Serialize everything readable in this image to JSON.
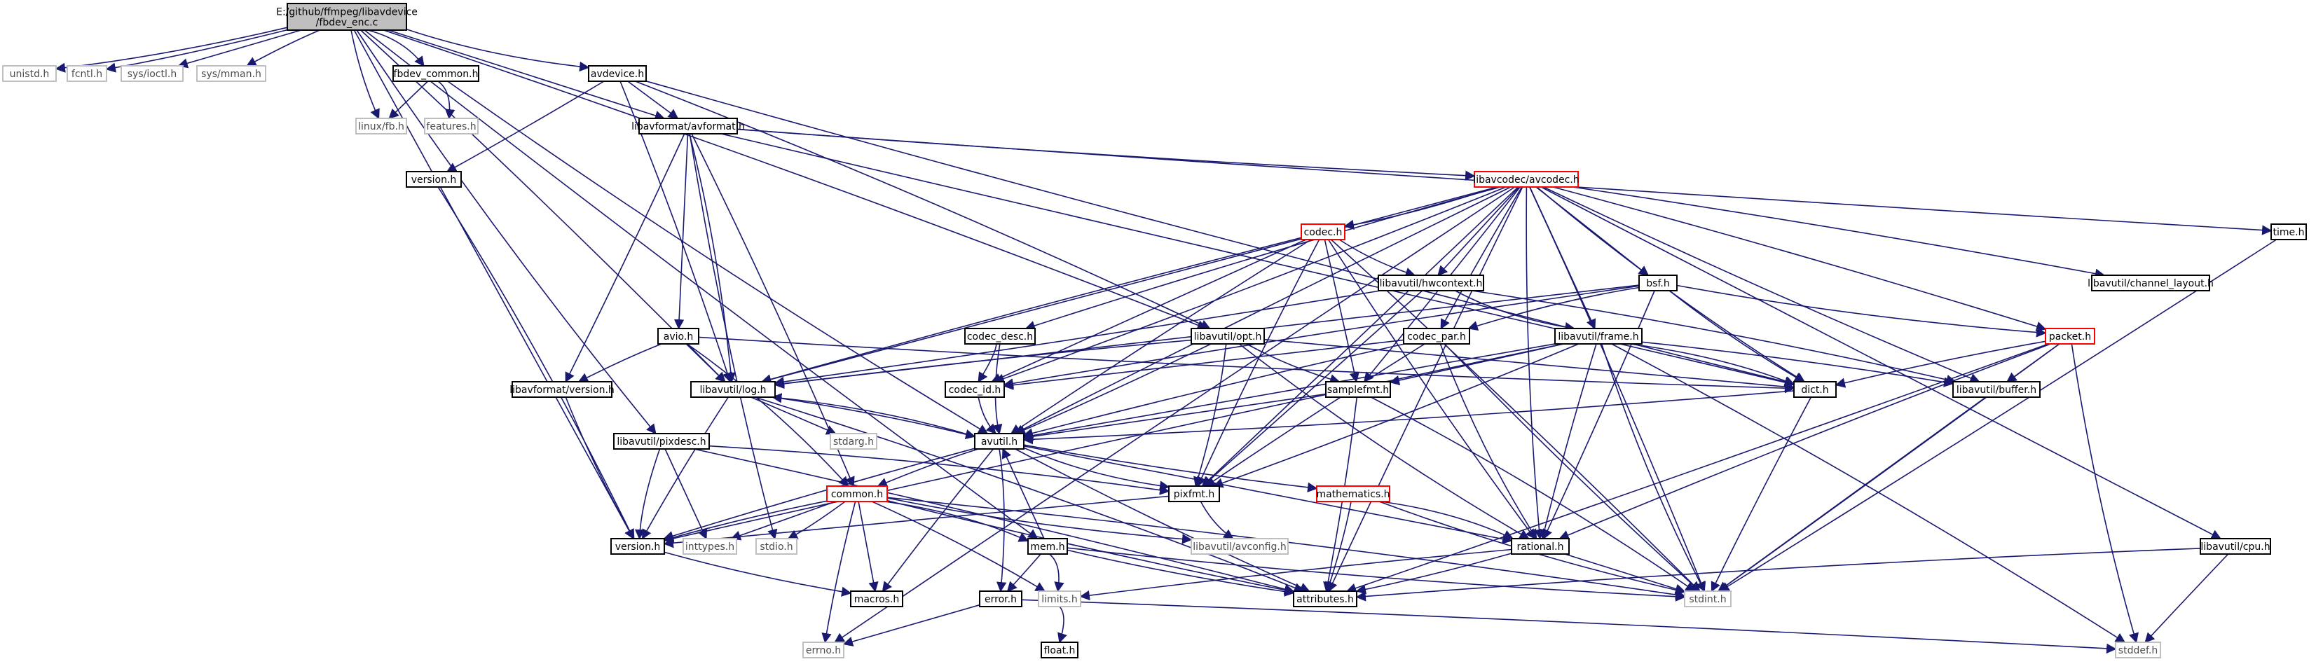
{
  "graph": {
    "colors": {
      "edge": "#191970",
      "node_border": "#000000",
      "missing_border": "#bfbfbf",
      "missing_text": "#4d4d4d",
      "truncated_border": "#ff0000",
      "root_fill": "#bfbfbf"
    },
    "nodes": [
      {
        "id": "root",
        "lines": [
          "E:/github/ffmpeg/libavdevice",
          "/fbdev_enc.c"
        ],
        "style": "root"
      },
      {
        "id": "unistd",
        "lines": [
          "unistd.h"
        ],
        "style": "missing"
      },
      {
        "id": "fcntl",
        "lines": [
          "fcntl.h"
        ],
        "style": "missing"
      },
      {
        "id": "sysioctl",
        "lines": [
          "sys/ioctl.h"
        ],
        "style": "missing"
      },
      {
        "id": "sysmman",
        "lines": [
          "sys/mman.h"
        ],
        "style": "missing"
      },
      {
        "id": "fbdev_common",
        "lines": [
          "fbdev_common.h"
        ],
        "style": "normal"
      },
      {
        "id": "avdevice",
        "lines": [
          "avdevice.h"
        ],
        "style": "normal"
      },
      {
        "id": "linuxfb",
        "lines": [
          "linux/fb.h"
        ],
        "style": "missing"
      },
      {
        "id": "features",
        "lines": [
          "features.h"
        ],
        "style": "missing"
      },
      {
        "id": "avformat",
        "lines": [
          "libavformat/avformat.h"
        ],
        "style": "normal"
      },
      {
        "id": "versionh1",
        "lines": [
          "version.h"
        ],
        "style": "normal"
      },
      {
        "id": "avcodec",
        "lines": [
          "libavcodec/avcodec.h"
        ],
        "style": "truncated"
      },
      {
        "id": "timeh",
        "lines": [
          "time.h"
        ],
        "style": "normal"
      },
      {
        "id": "codech",
        "lines": [
          "codec.h"
        ],
        "style": "truncated"
      },
      {
        "id": "hwcontext",
        "lines": [
          "libavutil/hwcontext.h"
        ],
        "style": "normal"
      },
      {
        "id": "bsf",
        "lines": [
          "bsf.h"
        ],
        "style": "normal"
      },
      {
        "id": "channel_layout",
        "lines": [
          "libavutil/channel_layout.h"
        ],
        "style": "normal"
      },
      {
        "id": "codec_desc",
        "lines": [
          "codec_desc.h"
        ],
        "style": "normal"
      },
      {
        "id": "opt",
        "lines": [
          "libavutil/opt.h"
        ],
        "style": "normal"
      },
      {
        "id": "codec_par",
        "lines": [
          "codec_par.h"
        ],
        "style": "normal"
      },
      {
        "id": "frame",
        "lines": [
          "libavutil/frame.h"
        ],
        "style": "normal"
      },
      {
        "id": "packet",
        "lines": [
          "packet.h"
        ],
        "style": "truncated"
      },
      {
        "id": "avio",
        "lines": [
          "avio.h"
        ],
        "style": "normal"
      },
      {
        "id": "lavf_version",
        "lines": [
          "libavformat/version.h"
        ],
        "style": "normal"
      },
      {
        "id": "log",
        "lines": [
          "libavutil/log.h"
        ],
        "style": "normal"
      },
      {
        "id": "codec_id",
        "lines": [
          "codec_id.h"
        ],
        "style": "normal"
      },
      {
        "id": "samplefmt",
        "lines": [
          "samplefmt.h"
        ],
        "style": "normal"
      },
      {
        "id": "dict",
        "lines": [
          "dict.h"
        ],
        "style": "normal"
      },
      {
        "id": "buffer",
        "lines": [
          "libavutil/buffer.h"
        ],
        "style": "normal"
      },
      {
        "id": "stdarg",
        "lines": [
          "stdarg.h"
        ],
        "style": "missing"
      },
      {
        "id": "avutil",
        "lines": [
          "avutil.h"
        ],
        "style": "normal"
      },
      {
        "id": "pixdesc",
        "lines": [
          "libavutil/pixdesc.h"
        ],
        "style": "normal"
      },
      {
        "id": "common",
        "lines": [
          "common.h"
        ],
        "style": "truncated"
      },
      {
        "id": "pixfmt",
        "lines": [
          "pixfmt.h"
        ],
        "style": "normal"
      },
      {
        "id": "mathematics",
        "lines": [
          "mathematics.h"
        ],
        "style": "truncated"
      },
      {
        "id": "versionh2",
        "lines": [
          "version.h"
        ],
        "style": "normal"
      },
      {
        "id": "inttypes",
        "lines": [
          "inttypes.h"
        ],
        "style": "missing"
      },
      {
        "id": "stdio",
        "lines": [
          "stdio.h"
        ],
        "style": "missing"
      },
      {
        "id": "mem",
        "lines": [
          "mem.h"
        ],
        "style": "normal"
      },
      {
        "id": "avconfig",
        "lines": [
          "libavutil/avconfig.h"
        ],
        "style": "missing"
      },
      {
        "id": "rational",
        "lines": [
          "rational.h"
        ],
        "style": "normal"
      },
      {
        "id": "cpu",
        "lines": [
          "libavutil/cpu.h"
        ],
        "style": "normal"
      },
      {
        "id": "macros",
        "lines": [
          "macros.h"
        ],
        "style": "normal"
      },
      {
        "id": "error",
        "lines": [
          "error.h"
        ],
        "style": "normal"
      },
      {
        "id": "limits",
        "lines": [
          "limits.h"
        ],
        "style": "missing"
      },
      {
        "id": "attributes",
        "lines": [
          "attributes.h"
        ],
        "style": "normal"
      },
      {
        "id": "stdint",
        "lines": [
          "stdint.h"
        ],
        "style": "missing"
      },
      {
        "id": "errno",
        "lines": [
          "errno.h"
        ],
        "style": "missing"
      },
      {
        "id": "float",
        "lines": [
          "float.h"
        ],
        "style": "normal"
      },
      {
        "id": "stddef",
        "lines": [
          "stddef.h"
        ],
        "style": "missing"
      }
    ],
    "edges": [
      [
        "root",
        "unistd"
      ],
      [
        "root",
        "fcntl"
      ],
      [
        "root",
        "sysioctl"
      ],
      [
        "root",
        "sysmman"
      ],
      [
        "root",
        "fbdev_common"
      ],
      [
        "root",
        "avdevice"
      ],
      [
        "root",
        "linuxfb"
      ],
      [
        "root",
        "avformat"
      ],
      [
        "root",
        "log"
      ],
      [
        "root",
        "opt"
      ],
      [
        "root",
        "pixdesc"
      ],
      [
        "root",
        "mem"
      ],
      [
        "root",
        "versionh2"
      ],
      [
        "fbdev_common",
        "linuxfb"
      ],
      [
        "fbdev_common",
        "features"
      ],
      [
        "fbdev_common",
        "avutil"
      ],
      [
        "avdevice",
        "versionh1"
      ],
      [
        "avdevice",
        "avformat"
      ],
      [
        "avdevice",
        "log"
      ],
      [
        "avdevice",
        "opt"
      ],
      [
        "avdevice",
        "dict"
      ],
      [
        "avformat",
        "avcodec"
      ],
      [
        "avformat",
        "avio"
      ],
      [
        "avformat",
        "lavf_version"
      ],
      [
        "avformat",
        "log"
      ],
      [
        "avformat",
        "stdio"
      ],
      [
        "avformat",
        "timeh"
      ],
      [
        "avformat",
        "dict"
      ],
      [
        "avformat",
        "common"
      ],
      [
        "versionh1",
        "versionh2"
      ],
      [
        "avcodec",
        "codech"
      ],
      [
        "avcodec",
        "hwcontext"
      ],
      [
        "avcodec",
        "bsf"
      ],
      [
        "avcodec",
        "channel_layout"
      ],
      [
        "avcodec",
        "codec_desc"
      ],
      [
        "avcodec",
        "codec_id"
      ],
      [
        "avcodec",
        "codec_par"
      ],
      [
        "avcodec",
        "frame"
      ],
      [
        "avcodec",
        "packet"
      ],
      [
        "avcodec",
        "samplefmt"
      ],
      [
        "avcodec",
        "dict"
      ],
      [
        "avcodec",
        "buffer"
      ],
      [
        "avcodec",
        "log"
      ],
      [
        "avcodec",
        "avutil"
      ],
      [
        "avcodec",
        "pixfmt"
      ],
      [
        "avcodec",
        "rational"
      ],
      [
        "avcodec",
        "attributes"
      ],
      [
        "avcodec",
        "cpu"
      ],
      [
        "avcodec",
        "stdint"
      ],
      [
        "avcodec",
        "errno"
      ],
      [
        "timeh",
        "stdint"
      ],
      [
        "codech",
        "hwcontext"
      ],
      [
        "codech",
        "codec_id"
      ],
      [
        "codech",
        "log"
      ],
      [
        "codech",
        "avutil"
      ],
      [
        "codech",
        "pixfmt"
      ],
      [
        "codech",
        "rational"
      ],
      [
        "codech",
        "samplefmt"
      ],
      [
        "codech",
        "stdint"
      ],
      [
        "hwcontext",
        "buffer"
      ],
      [
        "hwcontext",
        "frame"
      ],
      [
        "hwcontext",
        "log"
      ],
      [
        "hwcontext",
        "pixfmt"
      ],
      [
        "bsf",
        "codec_id"
      ],
      [
        "bsf",
        "codec_par"
      ],
      [
        "bsf",
        "packet"
      ],
      [
        "bsf",
        "dict"
      ],
      [
        "bsf",
        "log"
      ],
      [
        "bsf",
        "rational"
      ],
      [
        "codec_desc",
        "codec_id"
      ],
      [
        "codec_desc",
        "avutil"
      ],
      [
        "opt",
        "avutil"
      ],
      [
        "opt",
        "dict"
      ],
      [
        "opt",
        "log"
      ],
      [
        "opt",
        "pixfmt"
      ],
      [
        "opt",
        "rational"
      ],
      [
        "opt",
        "samplefmt"
      ],
      [
        "codec_par",
        "codec_id"
      ],
      [
        "codec_par",
        "avutil"
      ],
      [
        "codec_par",
        "pixfmt"
      ],
      [
        "codec_par",
        "rational"
      ],
      [
        "codec_par",
        "stdint"
      ],
      [
        "frame",
        "avutil"
      ],
      [
        "frame",
        "buffer"
      ],
      [
        "frame",
        "dict"
      ],
      [
        "frame",
        "pixfmt"
      ],
      [
        "frame",
        "rational"
      ],
      [
        "frame",
        "samplefmt"
      ],
      [
        "frame",
        "versionh2"
      ],
      [
        "frame",
        "stddef"
      ],
      [
        "frame",
        "stdint"
      ],
      [
        "packet",
        "attributes"
      ],
      [
        "packet",
        "buffer"
      ],
      [
        "packet",
        "dict"
      ],
      [
        "packet",
        "rational"
      ],
      [
        "packet",
        "stddef"
      ],
      [
        "packet",
        "stdint"
      ],
      [
        "avio",
        "log"
      ],
      [
        "avio",
        "lavf_version"
      ],
      [
        "avio",
        "common"
      ],
      [
        "avio",
        "dict"
      ],
      [
        "lavf_version",
        "versionh2"
      ],
      [
        "log",
        "stdarg"
      ],
      [
        "log",
        "avutil"
      ],
      [
        "log",
        "attributes"
      ],
      [
        "log",
        "versionh2"
      ],
      [
        "codec_id",
        "avutil"
      ],
      [
        "samplefmt",
        "avutil"
      ],
      [
        "samplefmt",
        "attributes"
      ],
      [
        "samplefmt",
        "stdint"
      ],
      [
        "dict",
        "avutil"
      ],
      [
        "dict",
        "stdint"
      ],
      [
        "buffer",
        "stdint"
      ],
      [
        "avutil",
        "common"
      ],
      [
        "avutil",
        "error"
      ],
      [
        "avutil",
        "macros"
      ],
      [
        "avutil",
        "mathematics"
      ],
      [
        "avutil",
        "rational"
      ],
      [
        "avutil",
        "versionh2"
      ],
      [
        "avutil",
        "log"
      ],
      [
        "avutil",
        "pixfmt"
      ],
      [
        "avutil",
        "attributes"
      ],
      [
        "pixdesc",
        "inttypes"
      ],
      [
        "pixdesc",
        "attributes"
      ],
      [
        "pixdesc",
        "pixfmt"
      ],
      [
        "pixdesc",
        "versionh2"
      ],
      [
        "common",
        "errno"
      ],
      [
        "common",
        "inttypes"
      ],
      [
        "common",
        "limits"
      ],
      [
        "common",
        "stdint"
      ],
      [
        "common",
        "stdio"
      ],
      [
        "common",
        "attributes"
      ],
      [
        "common",
        "macros"
      ],
      [
        "common",
        "versionh2"
      ],
      [
        "common",
        "mem"
      ],
      [
        "common",
        "avconfig"
      ],
      [
        "pixfmt",
        "avconfig"
      ],
      [
        "pixfmt",
        "versionh2"
      ],
      [
        "mathematics",
        "attributes"
      ],
      [
        "mathematics",
        "rational"
      ],
      [
        "mathematics",
        "stdint"
      ],
      [
        "mem",
        "attributes"
      ],
      [
        "mem",
        "avutil"
      ],
      [
        "mem",
        "error"
      ],
      [
        "mem",
        "limits"
      ],
      [
        "mem",
        "stdint"
      ],
      [
        "rational",
        "attributes"
      ],
      [
        "rational",
        "stdint"
      ],
      [
        "rational",
        "limits"
      ],
      [
        "cpu",
        "attributes"
      ],
      [
        "cpu",
        "stddef"
      ],
      [
        "versionh2",
        "macros"
      ],
      [
        "error",
        "errno"
      ],
      [
        "error",
        "stddef"
      ],
      [
        "limits",
        "float"
      ]
    ]
  }
}
